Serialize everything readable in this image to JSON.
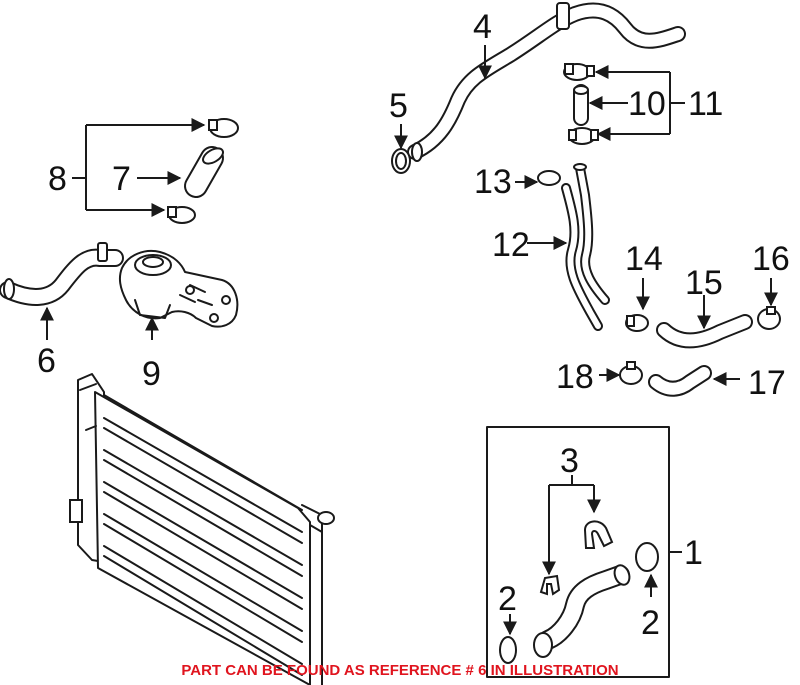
{
  "callouts": {
    "c1": "1",
    "c2a": "2",
    "c2b": "2",
    "c3": "3",
    "c4": "4",
    "c5": "5",
    "c6": "6",
    "c7": "7",
    "c8": "8",
    "c9": "9",
    "c10": "10",
    "c11": "11",
    "c12": "12",
    "c13": "13",
    "c14": "14",
    "c15": "15",
    "c16": "16",
    "c17": "17",
    "c18": "18"
  },
  "note": {
    "text": "PART CAN BE FOUND AS REFERENCE # 6 IN ILLUSTRATION",
    "color": "#e0141e"
  }
}
